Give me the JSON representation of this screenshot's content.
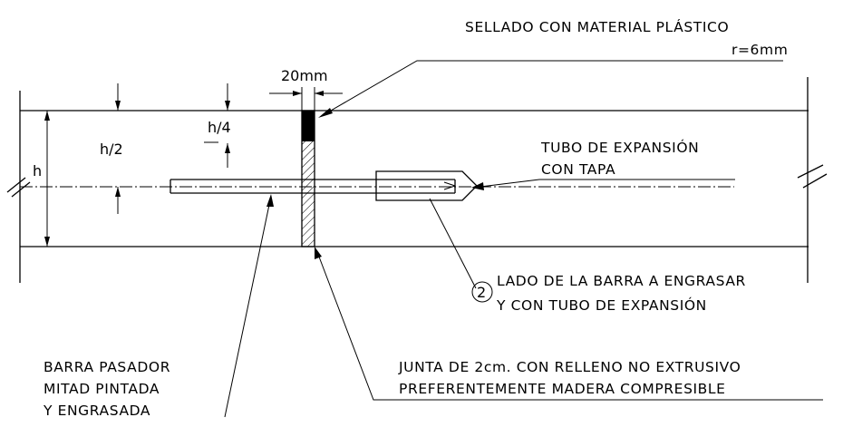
{
  "labels": {
    "sealing_line1": "SELLADO CON MATERIAL PLÁSTICO",
    "sealing_line2": "r=6mm",
    "joint_width": "20mm",
    "half_height": "h/2",
    "quarter_height": "h/4",
    "height": "h",
    "tube_line1": "TUBO DE EXPANSIÓN",
    "tube_line2": "CON TAPA",
    "side_number": "2",
    "side_line1": "LADO DE LA BARRA A ENGRASAR",
    "side_line2": "Y CON TUBO DE EXPANSIÓN",
    "bar_line1": "BARRA PASADOR",
    "bar_line2": "MITAD PINTADA",
    "bar_line3": "Y ENGRASADA",
    "joint_line1": "JUNTA DE 2cm. CON RELLENO NO EXTRUSIVO",
    "joint_line2": "PREFERENTEMENTE MADERA COMPRESIBLE"
  }
}
